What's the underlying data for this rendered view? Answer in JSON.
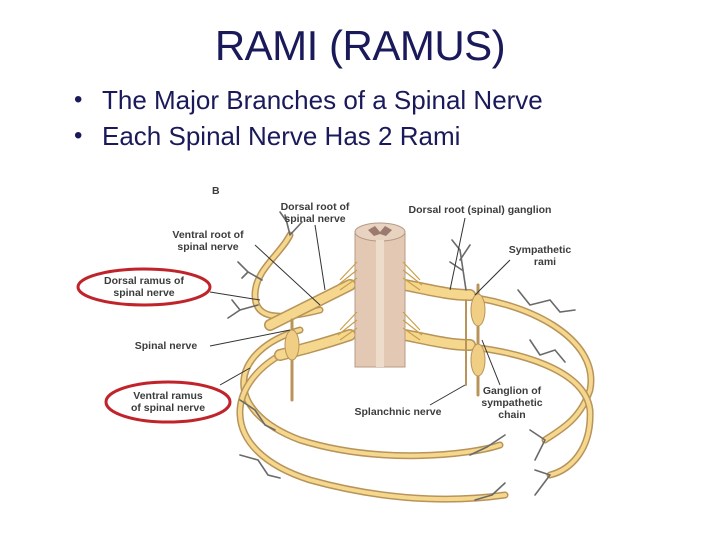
{
  "slide": {
    "title": "RAMI (RAMUS)",
    "bullets": [
      "The Major Branches of a Spinal Nerve",
      "Each Spinal Nerve Has 2 Rami"
    ]
  },
  "diagram": {
    "panel_label": "B",
    "labels": {
      "dorsal_root": [
        "Dorsal root of",
        "spinal nerve"
      ],
      "ventral_root": [
        "Ventral root of",
        "spinal nerve"
      ],
      "dorsal_ramus": [
        "Dorsal ramus of",
        "spinal nerve"
      ],
      "spinal_nerve": "Spinal nerve",
      "ventral_ramus": [
        "Ventral ramus",
        "of spinal nerve"
      ],
      "dorsal_root_ganglion": "Dorsal root (spinal) ganglion",
      "sympathetic_rami": [
        "Sympathetic",
        "rami"
      ],
      "splanchnic_nerve": "Splanchnic nerve",
      "sympathetic_ganglion": [
        "Ganglion of",
        "sympathetic",
        "chain"
      ]
    },
    "highlight_color": "#c0242a",
    "nerve_color": "#f0cf85",
    "cord_color": "#e3c9b3"
  }
}
